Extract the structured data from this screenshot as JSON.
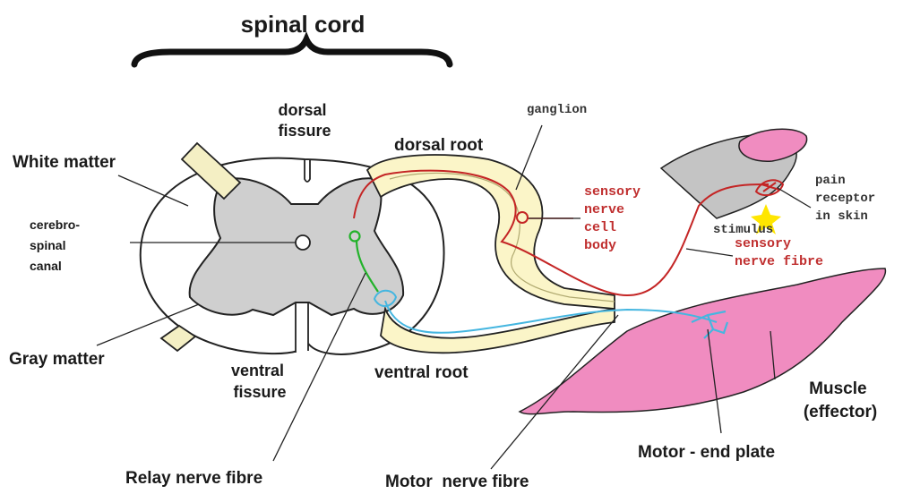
{
  "title": "spinal cord",
  "labels": {
    "white_matter": "White matter",
    "dorsal_fissure": [
      "dorsal",
      "fissure"
    ],
    "cerebro_spinal_canal": [
      "cerebro-",
      "spinal",
      "canal"
    ],
    "gray_matter": "Gray matter",
    "ventral_fissure": [
      "ventral",
      "fissure"
    ],
    "relay_nerve_fibre": "Relay nerve fibre",
    "motor_nerve_fibre": "Motor  nerve fibre",
    "dorsal_root": "dorsal root",
    "ventral_root": "ventral root",
    "ganglion": "ganglion",
    "sensory_nerve_cell_body": [
      "sensory",
      "nerve",
      "cell",
      "body"
    ],
    "pain_receptor": [
      "pain",
      "receptor",
      "in skin"
    ],
    "stimulus": "stimulus",
    "sensory_nerve_fibre": [
      "sensory",
      "nerve fibre"
    ],
    "muscle": [
      "Muscle",
      "(effector)"
    ],
    "motor_end_plate": "Motor - end plate"
  },
  "colors": {
    "gray_matter": "#cfcfcf",
    "root": "#fbf5c8",
    "muscle": "#f08cc0",
    "sensory_neuron": "#c42525",
    "relay_neuron": "#22b22a",
    "motor_neuron": "#45b6e0",
    "stimulus": "#ffe600"
  }
}
